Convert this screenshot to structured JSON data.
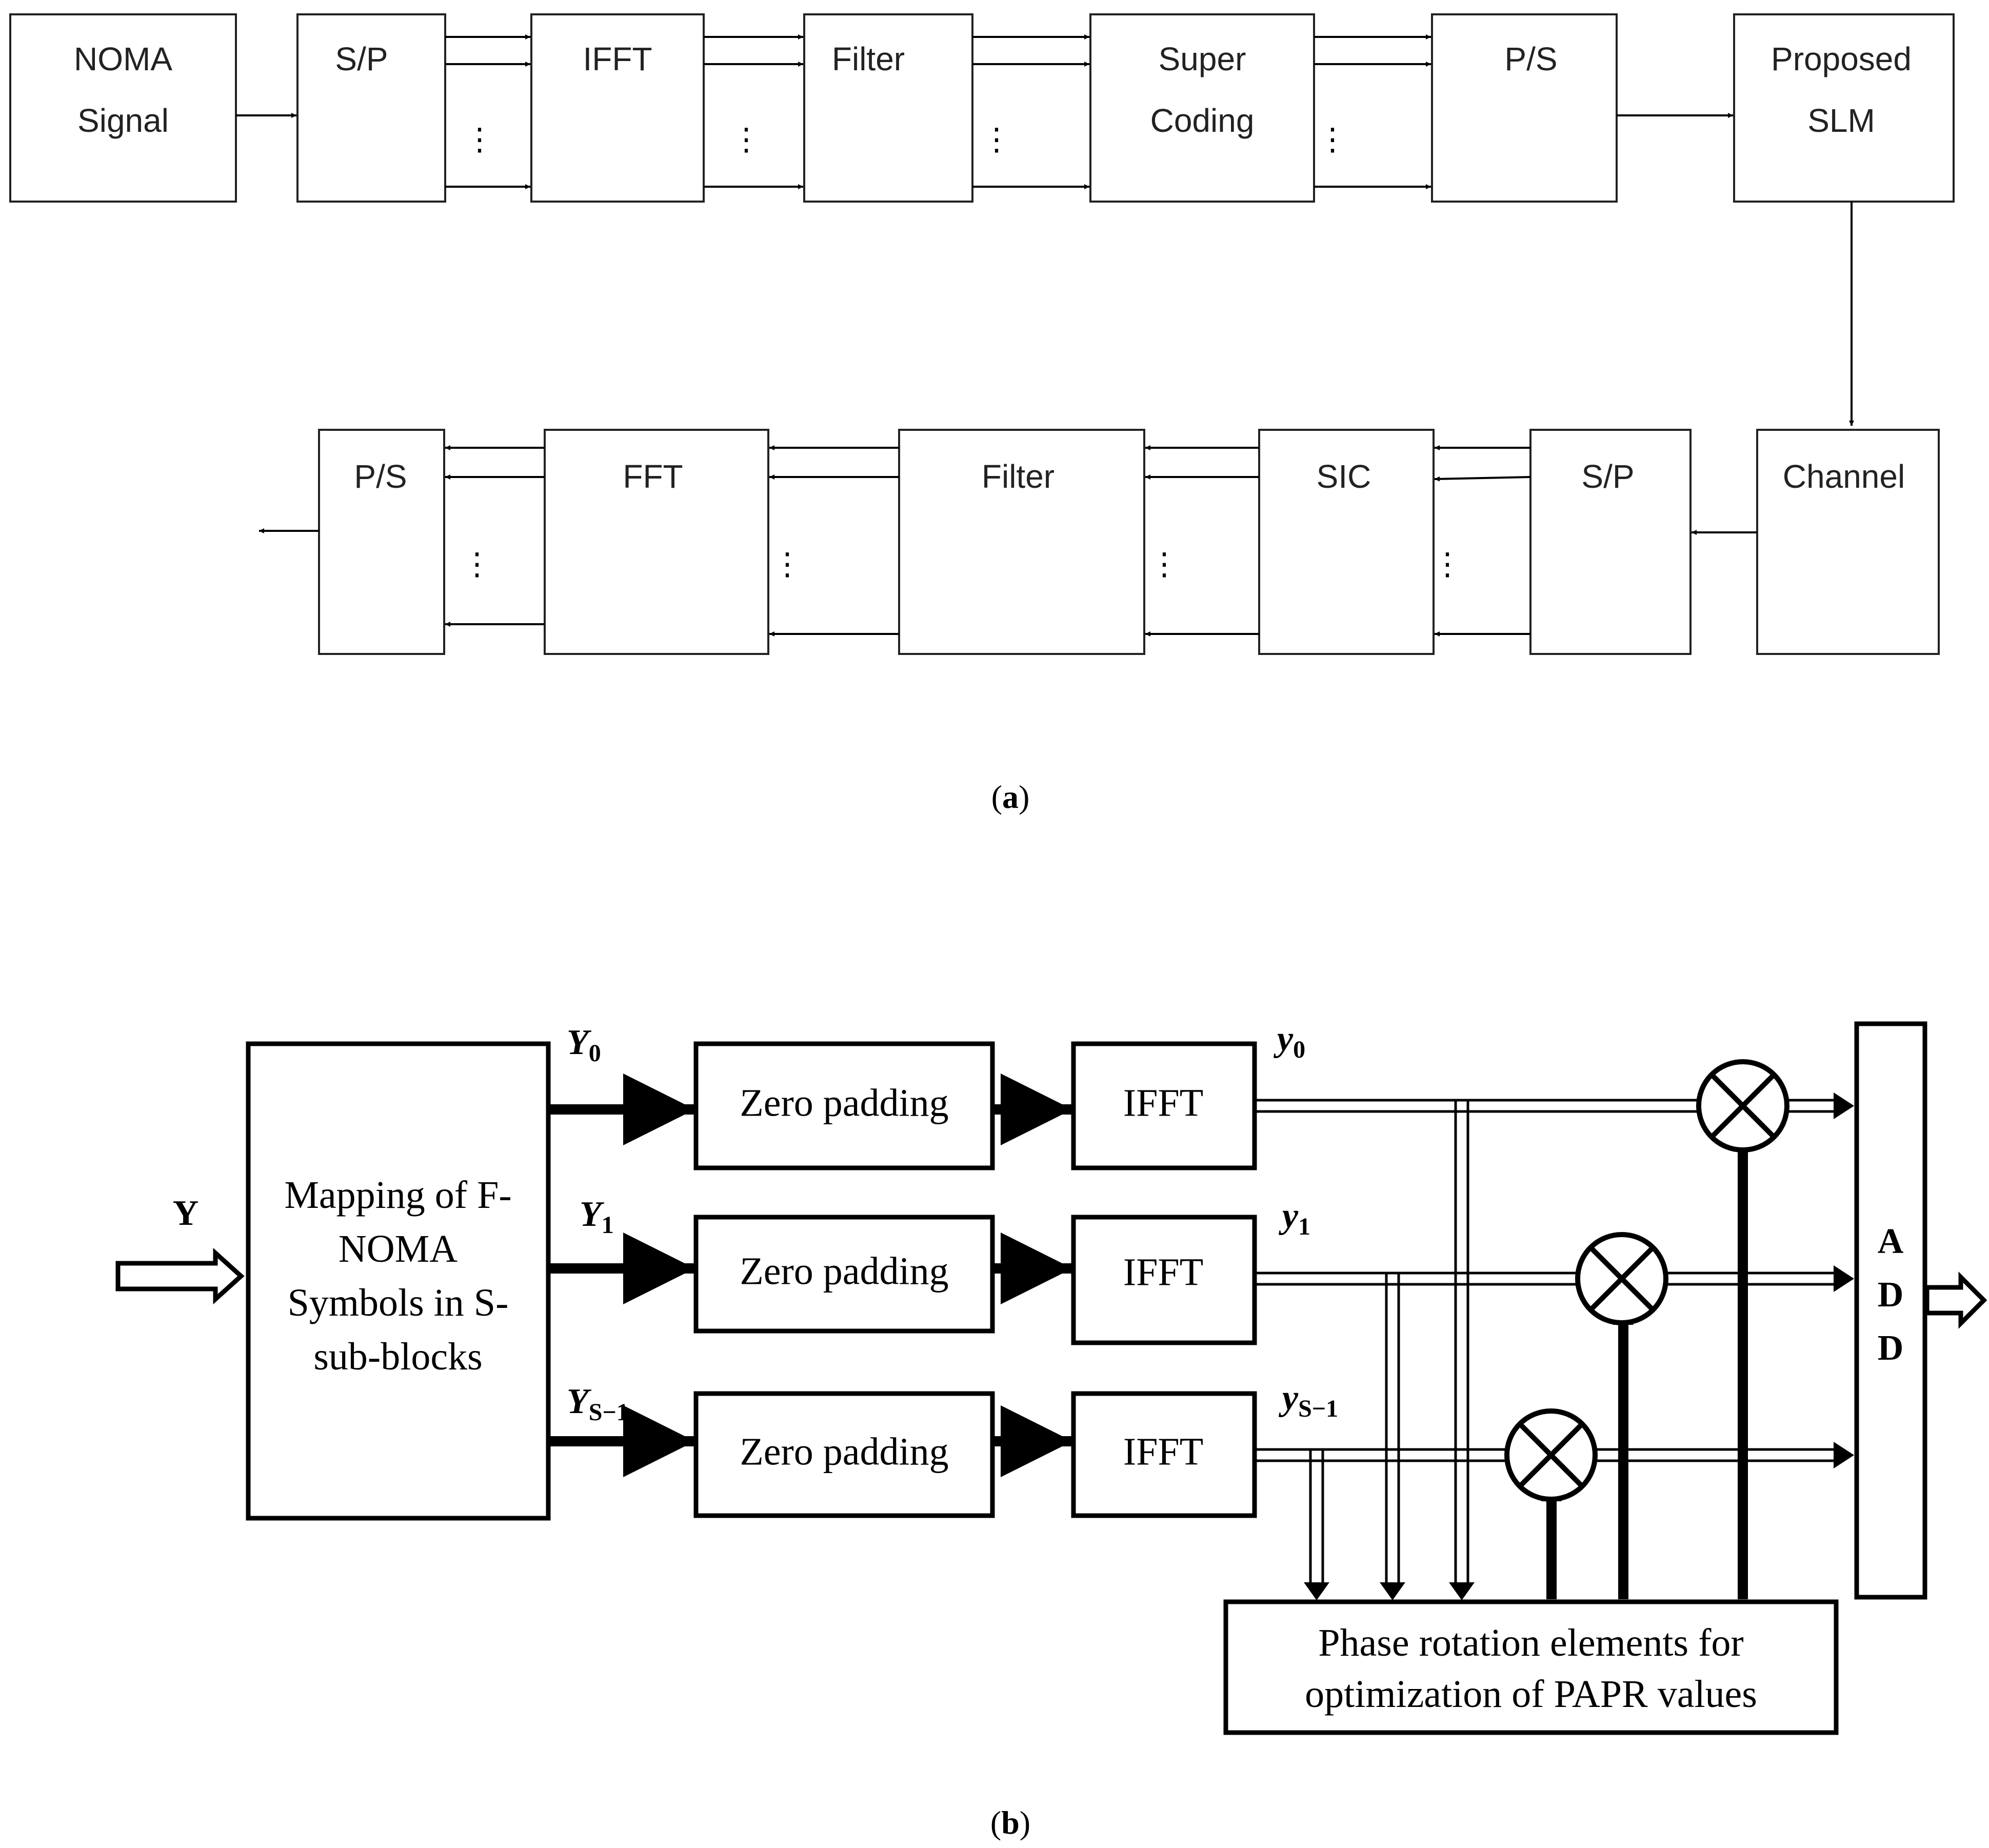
{
  "figure_a": {
    "caption_letter": "a",
    "tx_blocks": {
      "noma_signal": [
        "NOMA",
        "Signal"
      ],
      "sp": "S/P",
      "ifft": "IFFT",
      "filter": "Filter",
      "super_coding": [
        "Super",
        "Coding"
      ],
      "ps": "P/S",
      "proposed_slm": [
        "Proposed",
        "SLM"
      ]
    },
    "rx_blocks": {
      "channel": "Channel",
      "sp": "S/P",
      "sic": "SIC",
      "filter": "Filter",
      "fft": "FFT",
      "ps": "P/S"
    },
    "ellipsis": "⋮"
  },
  "figure_b": {
    "caption_letter": "b",
    "input_label": "Y",
    "mapping_block": [
      "Mapping of F-",
      "NOMA",
      "Symbols in S-",
      "sub-blocks"
    ],
    "branch_inputs": [
      {
        "base": "Y",
        "sub": "0"
      },
      {
        "base": "Y",
        "sub": "1"
      },
      {
        "base": "Y",
        "sub": "S−1"
      }
    ],
    "zero_padding": "Zero padding",
    "ifft": "IFFT",
    "branch_outputs": [
      {
        "base": "y",
        "sub": "0"
      },
      {
        "base": "y",
        "sub": "1"
      },
      {
        "base": "y",
        "sub": "S−1"
      }
    ],
    "multiplier_symbol": "⊗",
    "phase_block": [
      "Phase rotation elements for",
      "optimization of PAPR values"
    ],
    "add_block": [
      "A",
      "D",
      "D"
    ]
  }
}
